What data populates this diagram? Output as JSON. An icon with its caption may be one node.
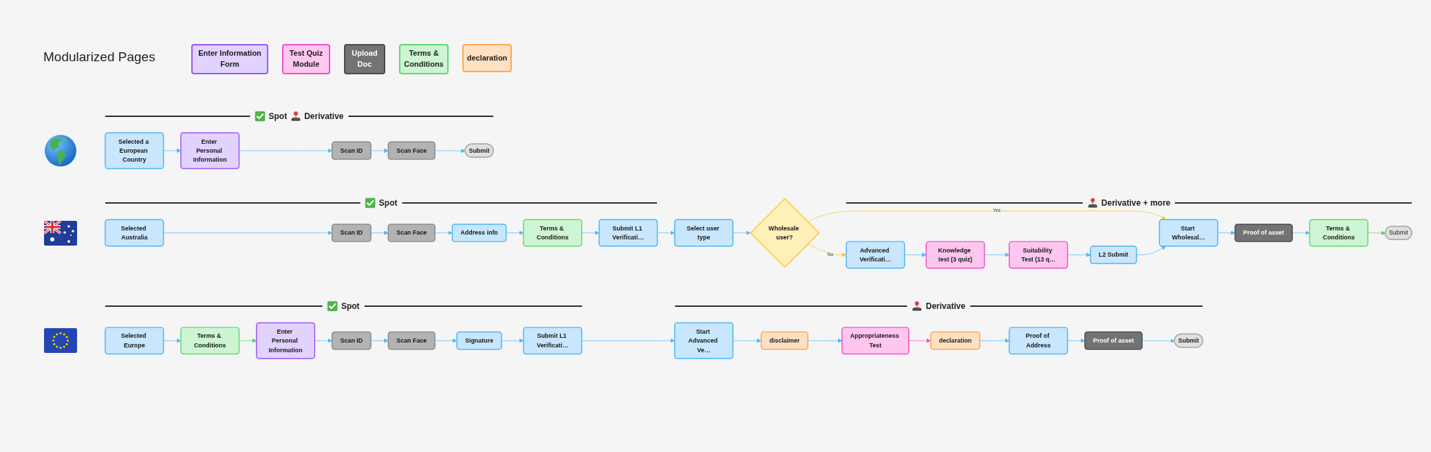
{
  "diagram": {
    "title": "Modularized Pages",
    "nodes": [
      {
        "text": [
          "Selected a European Country"
        ]
      },
      {
        "text": [
          "Enter Personal Information"
        ]
      },
      {
        "text": [
          "Scan ID"
        ]
      },
      {
        "text": [
          "Scan Face"
        ]
      },
      {
        "text": [
          "Submit"
        ]
      },
      {
        "text": [
          "Selected Australia"
        ]
      },
      {
        "text": [
          "Scan ID"
        ]
      },
      {
        "text": [
          "Scan Face"
        ]
      },
      {
        "text": [
          "Address info"
        ]
      },
      {
        "text": [
          "Terms & Conditions"
        ]
      },
      {
        "text": [
          "Submit L1 Verificati…"
        ]
      },
      {
        "text": [
          "Select user type"
        ]
      },
      {
        "text": [
          "Wholesale user?"
        ]
      },
      {
        "text": [
          "Advanced Verificati…"
        ]
      },
      {
        "text": [
          "Knowledge test (3 quiz)"
        ]
      },
      {
        "text": [
          "Suitability Test (13 q…"
        ]
      },
      {
        "text": [
          "L2 Submit"
        ]
      },
      {
        "text": [
          "Start Wholesal…"
        ]
      },
      {
        "text": [
          "Proof of asset"
        ]
      },
      {
        "text": [
          "Terms & Conditions"
        ]
      },
      {
        "text": [
          "Submit"
        ]
      },
      {
        "text": [
          "Selected Europe"
        ]
      },
      {
        "text": [
          "Terms & Conditions"
        ]
      },
      {
        "text": [
          "Enter Personal Information"
        ]
      },
      {
        "text": [
          "Scan ID"
        ]
      },
      {
        "text": [
          "Scan Face"
        ]
      },
      {
        "text": [
          "Signature"
        ]
      },
      {
        "text": [
          "Submit L1 Verificati…"
        ]
      },
      {
        "text": [
          "Start Advanced Ve…"
        ]
      },
      {
        "text": [
          "disclaimer"
        ]
      },
      {
        "text": [
          "Appropriateness Test"
        ]
      },
      {
        "text": [
          "declaration"
        ]
      },
      {
        "text": [
          "Proof of Address"
        ]
      },
      {
        "text": [
          "Proof of asset"
        ]
      },
      {
        "text": [
          "Submit"
        ]
      }
    ],
    "edges": [
      {
        "from": 0,
        "to": 1,
        "arrow": "to"
      },
      {
        "from": 1,
        "to": 2,
        "arrow": "to"
      },
      {
        "from": 2,
        "to": 3,
        "arrow": "to"
      },
      {
        "from": 3,
        "to": 4,
        "arrow": "to"
      },
      {
        "from": 5,
        "to": 6,
        "arrow": "to"
      },
      {
        "from": 6,
        "to": 7,
        "arrow": "to"
      },
      {
        "from": 7,
        "to": 8,
        "arrow": "to"
      },
      {
        "from": 8,
        "to": 9,
        "arrow": "to"
      },
      {
        "from": 9,
        "to": 10,
        "arrow": "to"
      },
      {
        "from": 10,
        "to": 11,
        "arrow": "to"
      },
      {
        "from": 11,
        "to": 12,
        "arrow": "to"
      },
      {
        "from": 12,
        "to": 13,
        "arrow": "to",
        "label": "No",
        "color": "#f7c530"
      },
      {
        "from": 12,
        "to": 17,
        "arrow": "to",
        "label": "Yes",
        "color": "#f7c530"
      },
      {
        "from": 13,
        "to": 14,
        "arrow": "to"
      },
      {
        "from": 14,
        "to": 15,
        "arrow": "to"
      },
      {
        "from": 15,
        "to": 16,
        "arrow": "to"
      },
      {
        "from": 16,
        "to": 17,
        "arrow": "to"
      },
      {
        "from": 17,
        "to": 18,
        "arrow": "to"
      },
      {
        "from": 18,
        "to": 19,
        "arrow": "to"
      },
      {
        "from": 19,
        "to": 20,
        "arrow": "to",
        "color": "#5ad26a"
      },
      {
        "from": 21,
        "to": 22,
        "arrow": "to"
      },
      {
        "from": 22,
        "to": 23,
        "arrow": "to",
        "color": "#5ad26a"
      },
      {
        "from": 23,
        "to": 24,
        "arrow": "to"
      },
      {
        "from": 24,
        "to": 25,
        "arrow": "to"
      },
      {
        "from": 25,
        "to": 26,
        "arrow": "to"
      },
      {
        "from": 26,
        "to": 27,
        "arrow": "to"
      },
      {
        "from": 27,
        "to": 28,
        "arrow": "to"
      },
      {
        "from": 28,
        "to": 29,
        "arrow": "to"
      },
      {
        "from": 29,
        "to": 30,
        "arrow": "to"
      },
      {
        "from": 30,
        "to": 31,
        "arrow": "to",
        "color": "#f04ccf"
      },
      {
        "from": 31,
        "to": 32,
        "arrow": "to"
      },
      {
        "from": 32,
        "to": 33,
        "arrow": "to"
      },
      {
        "from": 33,
        "to": 34,
        "arrow": "to"
      }
    ],
    "labels": [
      "Spot",
      "Derivative",
      "Spot",
      "Derivative + more",
      "Spot",
      "Derivative"
    ],
    "legend": [
      {
        "text": "Enter Information Form",
        "color": "#e1d2ff"
      },
      {
        "text": "Test Quiz Module",
        "color": "#ffc6ef"
      },
      {
        "text": "Upload Doc",
        "color": "#737373"
      },
      {
        "text": "Terms & Conditions",
        "color": "#cef5d3"
      },
      {
        "text": "declaration",
        "color": "#ffe0c2"
      }
    ]
  }
}
